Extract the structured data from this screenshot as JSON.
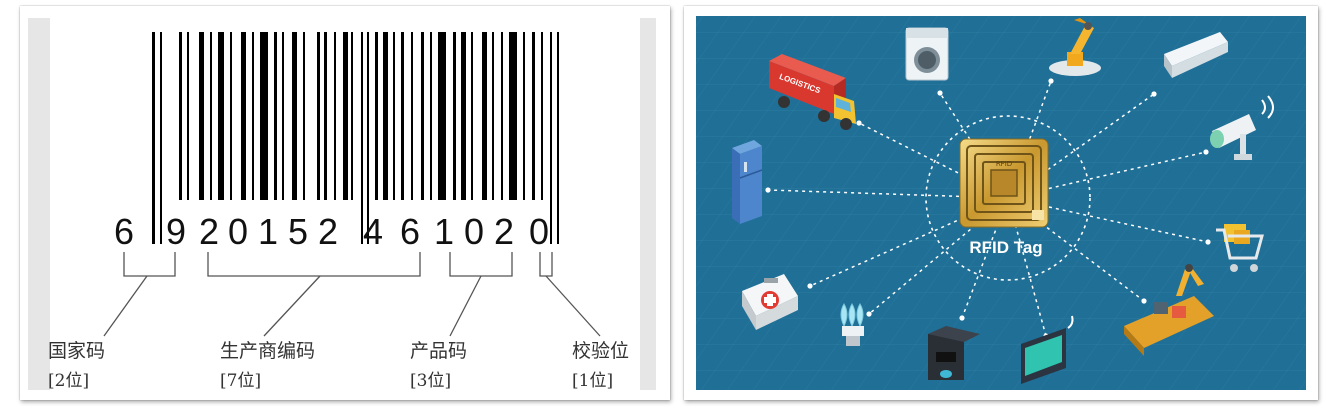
{
  "barcode": {
    "digits": [
      "6",
      "9",
      "2",
      "0",
      "1",
      "5",
      "2",
      "4",
      "6",
      "1",
      "0",
      "2",
      "0"
    ],
    "groups": [
      {
        "label": "国家码",
        "count": "[2位]"
      },
      {
        "label": "生产商编码",
        "count": "[7位]"
      },
      {
        "label": "产品码",
        "count": "[3位]"
      },
      {
        "label": "校验位",
        "count": "[1位]"
      }
    ]
  },
  "rfid": {
    "center_label": "RFID Tag",
    "chip_text": "RFID",
    "truck_text": "LOGISTICS",
    "icons": [
      "truck-icon",
      "washing-machine-icon",
      "robot-arm-icon",
      "air-conditioner-icon",
      "security-camera-icon",
      "shopping-cart-icon",
      "factory-robot-icon",
      "monitor-icon",
      "coffee-machine-icon",
      "light-bulb-icon",
      "first-aid-kit-icon",
      "refrigerator-icon"
    ],
    "colors": {
      "background": "#1f6f97",
      "gold": "#d9b24a",
      "line": "#ffffff"
    }
  }
}
